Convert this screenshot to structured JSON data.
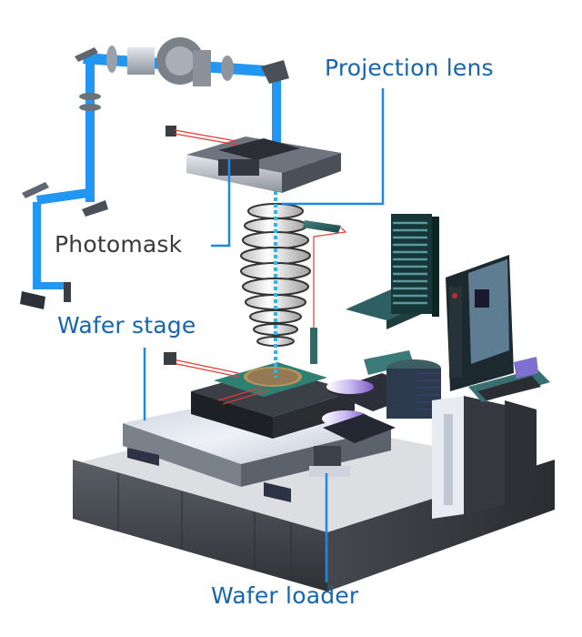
{
  "title": "Photolithography machine (scanner) cutaway diagram",
  "labels": {
    "projection_lens": "Projection lens",
    "photomask": "Photomask",
    "wafer_stage": "Wafer stage",
    "wafer_loader": "Wafer loader"
  },
  "colors": {
    "label_blue": "#1565b0",
    "label_gray": "#3a3a3a",
    "leader_line": "#1e88e5",
    "light_beam": "#2196f3",
    "laser_red": "#e53935",
    "base_dark": "#3c3f44",
    "teal_panels": "#2f6b6b"
  }
}
